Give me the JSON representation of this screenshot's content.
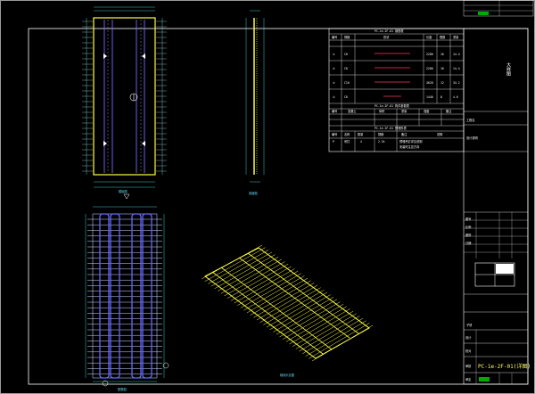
{
  "drawing": {
    "title_block": {
      "drawing_title": "PC-1e-2F-01(详图)",
      "row_labels": [
        "图号",
        "比例",
        "图别",
        "日期",
        "设计",
        "校对",
        "审核",
        "审定"
      ],
      "right_labels": [
        "工程名",
        "子项"
      ],
      "notes_heading": "设计说明"
    },
    "side_note": "大样图",
    "table1": {
      "title": "PC-1e-2F-01 钢筋表",
      "headers": [
        "编号",
        "规格",
        "形状",
        "长度",
        "根数",
        "重量"
      ],
      "rows": [
        {
          "id": "①",
          "spec": "C8",
          "len": "2280",
          "qty": "16",
          "wt": "14.4"
        },
        {
          "id": "②",
          "spec": "C8",
          "len": "2280",
          "qty": "16",
          "wt": "14.4"
        },
        {
          "id": "③",
          "spec": "C10",
          "len": "4620",
          "qty": "12",
          "wt": "34.2"
        },
        {
          "id": "④",
          "spec": "C8",
          "len": "1440",
          "qty": "8",
          "wt": "4.6"
        }
      ]
    },
    "table2": {
      "title": "PC-1e-2F-01 构件参数表",
      "headers": [
        "编号",
        "混凝土",
        "体积",
        "重量",
        "强度",
        "备注"
      ]
    },
    "table3": {
      "title": "PC-1e-2F-01 预埋件表",
      "headers": [
        "编号",
        "名称",
        "数量",
        "规格",
        "备注",
        "说明"
      ],
      "row": [
        "P",
        "吊钉",
        "4",
        "2.5t",
        "预埋吊钉详见说明",
        "安装时注意方向"
      ]
    },
    "view_labels": {
      "plan": "模板图",
      "rebar": "配筋图",
      "iso": "轴测示意图",
      "section": "剖面图"
    },
    "colors": {
      "border": "#ffffff",
      "outline": "#ffff44",
      "rebar": "#6666ff",
      "dim": "#44ffff",
      "accent": "#ff3366",
      "green": "#22ff22"
    }
  }
}
